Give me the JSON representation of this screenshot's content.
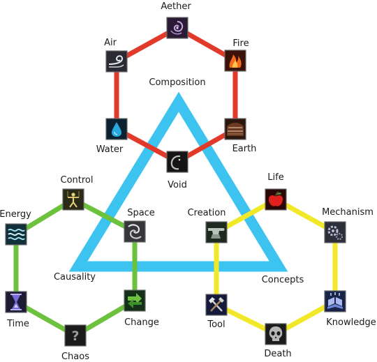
{
  "colors": {
    "triangle": "#3cc3f0",
    "red_ring": "#e23a2a",
    "green_ring": "#6cc23d",
    "yellow_ring": "#f2e82a",
    "icon_bg": "#1d1d1d"
  },
  "triangle": {
    "top_label": "Composition",
    "left_label": "Causality",
    "right_label": "Concepts"
  },
  "rings": [
    {
      "name": "composition",
      "color": "red",
      "nodes": [
        {
          "id": "aether",
          "label": "Aether",
          "icon": "aether-icon"
        },
        {
          "id": "fire",
          "label": "Fire",
          "icon": "fire-icon"
        },
        {
          "id": "earth",
          "label": "Earth",
          "icon": "earth-icon"
        },
        {
          "id": "void",
          "label": "Void",
          "icon": "void-icon"
        },
        {
          "id": "water",
          "label": "Water",
          "icon": "water-icon"
        },
        {
          "id": "air",
          "label": "Air",
          "icon": "air-icon"
        }
      ]
    },
    {
      "name": "causality",
      "color": "green",
      "nodes": [
        {
          "id": "control",
          "label": "Control",
          "icon": "control-icon"
        },
        {
          "id": "space",
          "label": "Space",
          "icon": "space-icon"
        },
        {
          "id": "change",
          "label": "Change",
          "icon": "change-icon"
        },
        {
          "id": "chaos",
          "label": "Chaos",
          "icon": "chaos-icon"
        },
        {
          "id": "time",
          "label": "Time",
          "icon": "time-icon"
        },
        {
          "id": "energy",
          "label": "Energy",
          "icon": "energy-icon"
        }
      ]
    },
    {
      "name": "concepts",
      "color": "yellow",
      "nodes": [
        {
          "id": "life",
          "label": "Life",
          "icon": "life-icon"
        },
        {
          "id": "mechanism",
          "label": "Mechanism",
          "icon": "mechanism-icon"
        },
        {
          "id": "knowledge",
          "label": "Knowledge",
          "icon": "knowledge-icon"
        },
        {
          "id": "death",
          "label": "Death",
          "icon": "death-icon"
        },
        {
          "id": "tool",
          "label": "Tool",
          "icon": "tool-icon"
        },
        {
          "id": "creation",
          "label": "Creation",
          "icon": "creation-icon"
        }
      ]
    }
  ]
}
